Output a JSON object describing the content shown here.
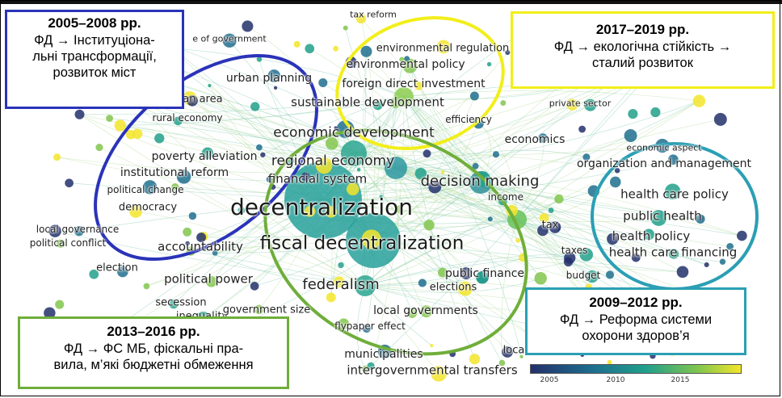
{
  "terms": [
    {
      "text": "tax reform",
      "color": "#222222"
    },
    {
      "text": "environmental regulation",
      "color": "#222222"
    },
    {
      "text": "environmental policy",
      "color": "#222222"
    },
    {
      "text": "foreign direct investment",
      "color": "#222222"
    },
    {
      "text": "sustainable development",
      "color": "#222222"
    },
    {
      "text": "private sector",
      "color": "#222222"
    },
    {
      "text": "efficiency",
      "color": "#222222"
    },
    {
      "text": "economics",
      "color": "#222222"
    },
    {
      "text": "economic aspect",
      "color": "#222222"
    },
    {
      "text": "organization and management",
      "color": "#222222"
    },
    {
      "text": "health care policy",
      "color": "#222222"
    },
    {
      "text": "public health",
      "color": "#222222"
    },
    {
      "text": "health policy",
      "color": "#222222"
    },
    {
      "text": "health care financing",
      "color": "#222222"
    },
    {
      "text": "budget",
      "color": "#222222"
    },
    {
      "text": "e of government",
      "color": "#222222"
    },
    {
      "text": "urban planning",
      "color": "#222222"
    },
    {
      "text": "urban area",
      "color": "#222222"
    },
    {
      "text": "rural economy",
      "color": "#222222"
    },
    {
      "text": "economic development",
      "color": "#222222"
    },
    {
      "text": "poverty alleviation",
      "color": "#222222"
    },
    {
      "text": "regional economy",
      "color": "#222222"
    },
    {
      "text": "institutional reform",
      "color": "#222222"
    },
    {
      "text": "financial system",
      "color": "#222222"
    },
    {
      "text": "decision making",
      "color": "#222222"
    },
    {
      "text": "political change",
      "color": "#222222"
    },
    {
      "text": "income",
      "color": "#222222"
    },
    {
      "text": "democracy",
      "color": "#222222"
    },
    {
      "text": "decentralization",
      "color": "#1a1a1a"
    },
    {
      "text": "local governance",
      "color": "#222222"
    },
    {
      "text": "political conflict",
      "color": "#222222"
    },
    {
      "text": "tax",
      "color": "#222222"
    },
    {
      "text": "accountability",
      "color": "#222222"
    },
    {
      "text": "fiscal decentralization",
      "color": "#1a1a1a"
    },
    {
      "text": "taxes",
      "color": "#222222"
    },
    {
      "text": "election",
      "color": "#222222"
    },
    {
      "text": "public finance",
      "color": "#222222"
    },
    {
      "text": "political power",
      "color": "#222222"
    },
    {
      "text": "federalism",
      "color": "#222222"
    },
    {
      "text": "elections",
      "color": "#222222"
    },
    {
      "text": "secession",
      "color": "#222222"
    },
    {
      "text": "inequality",
      "color": "#222222"
    },
    {
      "text": "government size",
      "color": "#222222"
    },
    {
      "text": "local governments",
      "color": "#222222"
    },
    {
      "text": "flypaper effect",
      "color": "#222222"
    },
    {
      "text": "municipalities",
      "color": "#222222"
    },
    {
      "text": "loca",
      "color": "#222222"
    },
    {
      "text": "intergovernmental transfers",
      "color": "#222222"
    }
  ],
  "callouts": {
    "p2005": {
      "period": "2005–2008 рр.",
      "line1": "ФД → Інституціона-",
      "line2": "льні трансформації,",
      "line3": "розвиток міст",
      "color": "#2a33b8"
    },
    "p2017": {
      "period": "2017–2019 рр.",
      "line1": "ФД → екологічна стійкість →",
      "line2": "сталий розвиток",
      "color": "#f2ee1a"
    },
    "p2013": {
      "period": "2013–2016 рр.",
      "line1": "ФД → ФС МБ, фіскальні пра-",
      "line2": "вила, м’які бюджетні обмеження",
      "color": "#6fae3a"
    },
    "p2009": {
      "period": "2009–2012 рр.",
      "line1": "ФД → Реформа системи",
      "line2": "охорони здоров’я",
      "color": "#2b9fb4"
    }
  },
  "colorbar": {
    "ticks": [
      "2005",
      "2010",
      "2015"
    ],
    "colors": [
      "#23306b",
      "#1e6f8e",
      "#21a08a",
      "#82c64d",
      "#f3e52a"
    ]
  }
}
